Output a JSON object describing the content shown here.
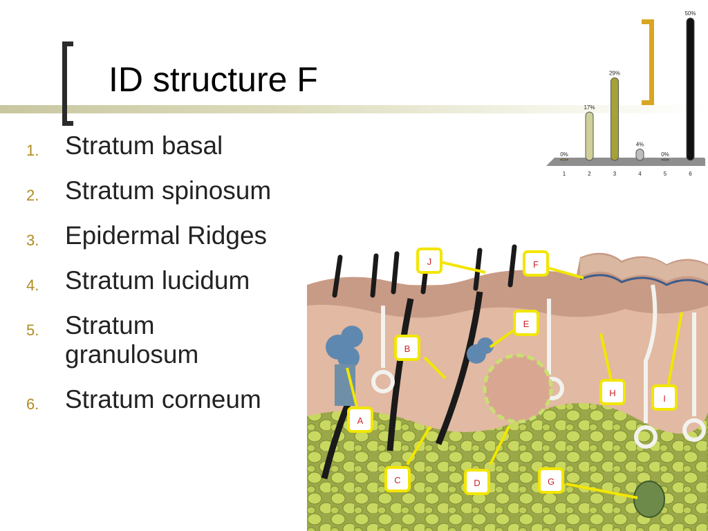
{
  "slide": {
    "title": "ID structure F"
  },
  "answers": [
    {
      "num": "1.",
      "text": "Stratum basal"
    },
    {
      "num": "2.",
      "text": "Stratum spinosum"
    },
    {
      "num": "3.",
      "text": "Epidermal Ridges"
    },
    {
      "num": "4.",
      "text": "Stratum lucidum"
    },
    {
      "num": "5.",
      "text": "Stratum granulosum"
    },
    {
      "num": "6.",
      "text": "Stratum corneum"
    }
  ],
  "chart_data": {
    "type": "bar",
    "categories": [
      "1",
      "2",
      "3",
      "4",
      "5",
      "6"
    ],
    "values": [
      0,
      17,
      29,
      4,
      0,
      50
    ],
    "labels": [
      "0%",
      "17%",
      "29%",
      "4%",
      "0%",
      "50%"
    ],
    "ylim": [
      0,
      50
    ],
    "colors": [
      "#c9a227",
      "#cfcf9a",
      "#a6a235",
      "#bdbdbd",
      "#8c8c8c",
      "#111111"
    ]
  },
  "callouts": [
    "A",
    "B",
    "C",
    "D",
    "E",
    "F",
    "G",
    "H",
    "I",
    "J"
  ],
  "colors": {
    "accent": "#d9a624",
    "callout_border": "#f2e600",
    "callout_text": "#cc2222"
  }
}
